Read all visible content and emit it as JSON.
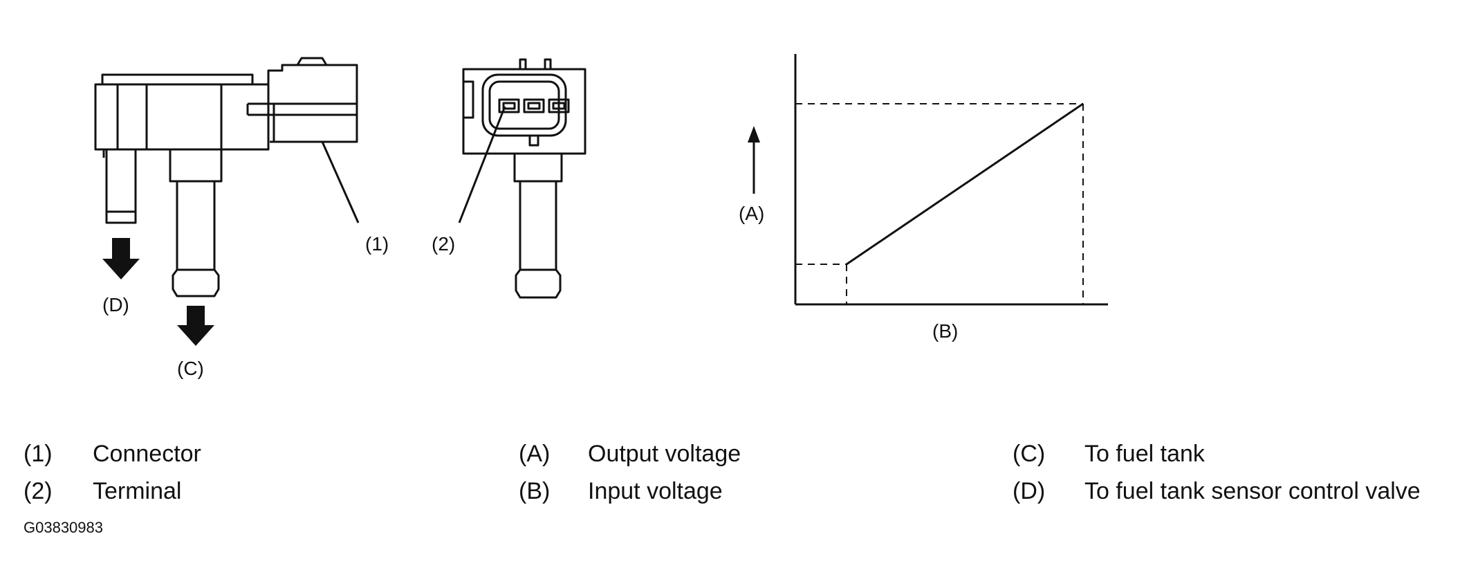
{
  "diagram": {
    "callouts": {
      "connector": "(1)",
      "terminal": "(2)",
      "to_fuel_tank": "(C)",
      "to_valve": "(D)",
      "y_axis": "(A)",
      "x_axis": "(B)"
    }
  },
  "legend": [
    {
      "key": "(1)",
      "label": "Connector"
    },
    {
      "key": "(2)",
      "label": "Terminal"
    },
    {
      "key": "(A)",
      "label": "Output voltage"
    },
    {
      "key": "(B)",
      "label": "Input voltage"
    },
    {
      "key": "(C)",
      "label": "To fuel tank"
    },
    {
      "key": "(D)",
      "label": "To fuel tank sensor control valve"
    }
  ],
  "figure_id": "G03830983",
  "colors": {
    "ink": "#111111",
    "background": "#ffffff"
  }
}
